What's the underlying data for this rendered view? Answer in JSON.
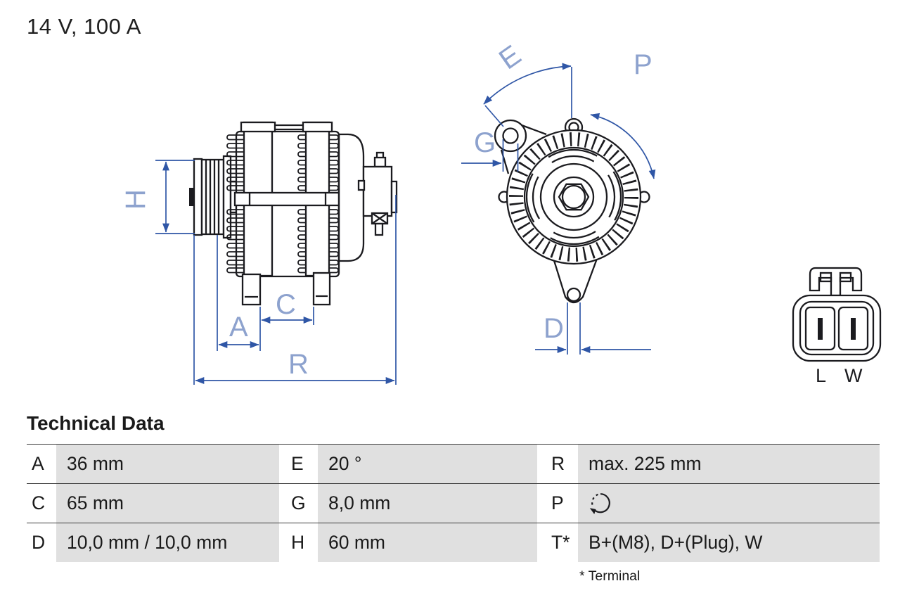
{
  "header": {
    "rating": "14 V, 100 A"
  },
  "drawing": {
    "dimension_labels": {
      "h": "H",
      "a": "A",
      "c": "C",
      "r": "R",
      "e": "E",
      "g": "G",
      "p": "P",
      "d": "D"
    },
    "connector_pins": {
      "left": "L",
      "right": "W"
    },
    "colors": {
      "outline": "#1b1b1f",
      "dimension_line": "#2f56a6",
      "dimension_label": "#8da2ce"
    }
  },
  "table": {
    "title": "Technical Data",
    "rows": [
      {
        "cells": [
          {
            "key": "A",
            "value": "36 mm"
          },
          {
            "key": "E",
            "value": "20 °"
          },
          {
            "key": "R",
            "value": "max. 225 mm"
          }
        ]
      },
      {
        "cells": [
          {
            "key": "C",
            "value": "65 mm"
          },
          {
            "key": "G",
            "value": "8,0 mm"
          },
          {
            "key": "P",
            "value": "",
            "value_icon": "clockwise-rotation-icon"
          }
        ]
      },
      {
        "cells": [
          {
            "key": "D",
            "value": "10,0 mm / 10,0 mm"
          },
          {
            "key": "H",
            "value": "60 mm"
          },
          {
            "key": "T*",
            "value": "B+(M8), D+(Plug), W"
          }
        ]
      }
    ],
    "footnote": "* Terminal"
  }
}
